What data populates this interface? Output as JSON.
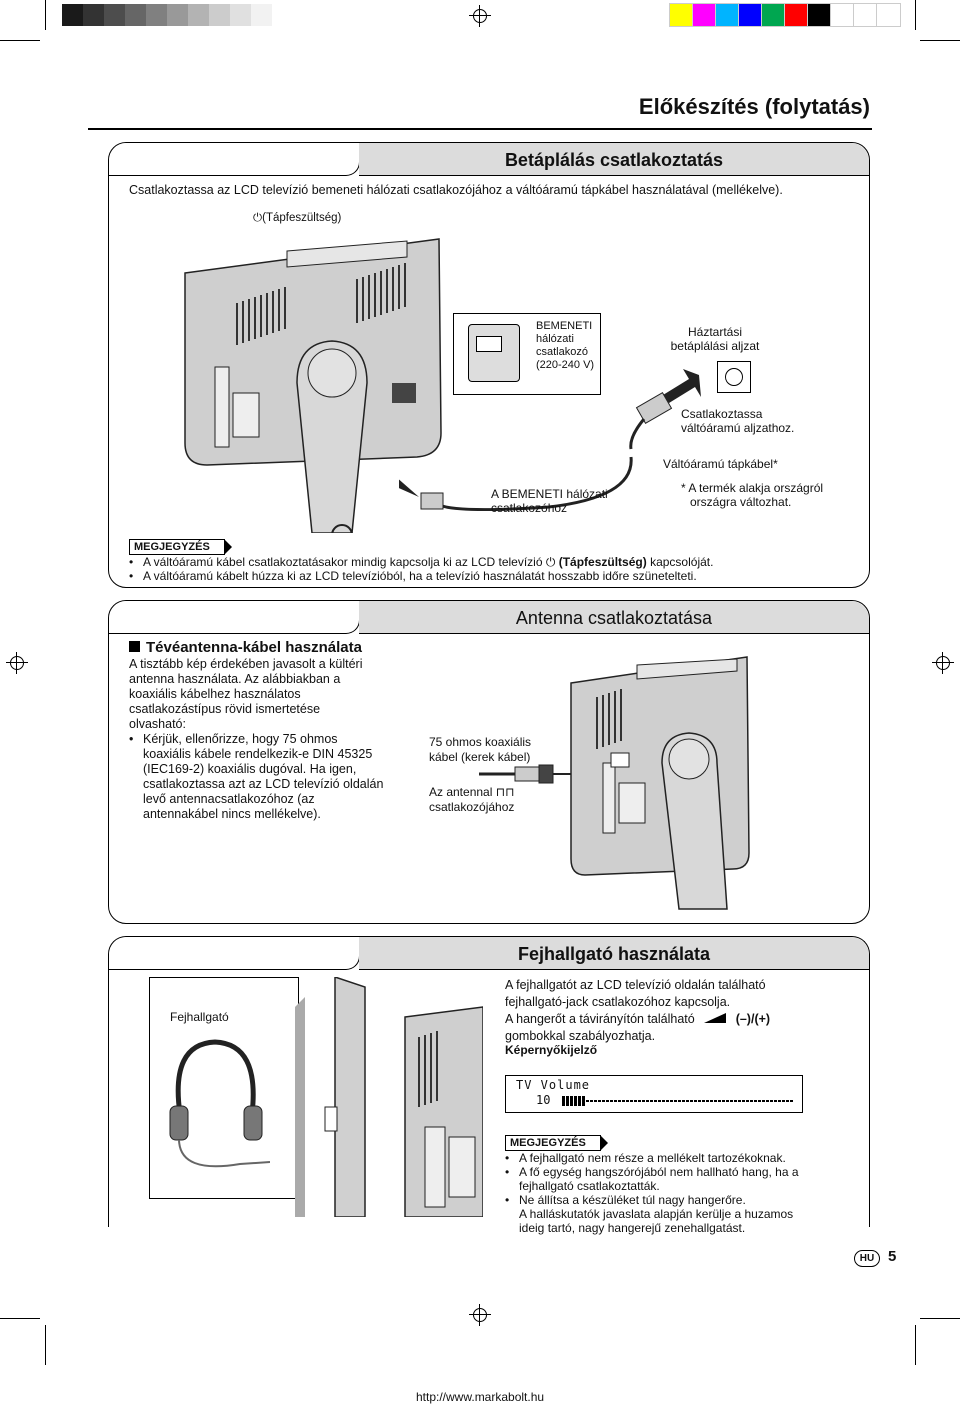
{
  "header": {
    "page_title": "Előkészítés (folytatás)",
    "gray_bars": [
      "#1a1a1a",
      "#333333",
      "#4d4d4d",
      "#666666",
      "#808080",
      "#999999",
      "#b3b3b3",
      "#cccccc",
      "#e0e0e0",
      "#f2f2f2"
    ],
    "color_bars": [
      "#ffff00",
      "#ff00ff",
      "#00b4ff",
      "#0000ff",
      "#00a650",
      "#ff0000",
      "#000000",
      "#ffffff",
      "#ffffff",
      "#ffffff"
    ]
  },
  "power": {
    "title": "Betáplálás csatlakoztatás",
    "intro": "Csatlakoztassa az LCD televízió bemeneti hálózati csatlakozójához a váltóáramú tápkábel használatával (mellékelve).",
    "power_label": "(Tápfeszültség)",
    "inlet_label": [
      "BEMENETI",
      "hálózati",
      "csatlakozó",
      "(220-240 V)"
    ],
    "socket_label": [
      "Háztartási",
      "betáplálási aljzat"
    ],
    "connect_ac": [
      "Csatlakoztassa",
      "váltóáramú aljzathoz."
    ],
    "cable_label": "Váltóáramú tápkábel*",
    "footnote": [
      "* A termék alakja országról",
      "országra változhat."
    ],
    "to_inlet": [
      "A BEMENETI hálózati",
      "csatlakozóhoz"
    ],
    "note_badge": "MEGJEGYZÉS",
    "notes": {
      "n1_pre": "A váltóáramú kábel csatlakoztatásakor mindig kapcsolja ki az LCD televízió",
      "n1_bold": "(Tápfeszültség)",
      "n1_post": "kapcsolóját.",
      "n2": "A váltóáramú kábelt húzza ki az LCD televízióból, ha a televízió használatát hosszabb időre szünetelteti."
    }
  },
  "antenna": {
    "title": "Antenna csatlakoztatása",
    "subtitle": "Tévéantenna-kábel használata",
    "para": [
      "A tisztább kép érdekében javasolt a kültéri",
      "antenna használata. Az alábbiakban a",
      "koaxiális kábelhez használatos",
      "csatlakozástípus rövid ismertetése",
      "olvasható:"
    ],
    "bullet": [
      "Kérjük, ellenőrizze, hogy 75 ohmos",
      "koaxiális kábele rendelkezik-e DIN 45325",
      "(IEC169-2) koaxiális dugóval. Ha igen,",
      "csatlakoztassa azt az LCD televízió oldalán",
      "levő antennacsatlakozóhoz (az",
      "antennakábel nincs mellékelve)."
    ],
    "coax_label": [
      "75 ohmos koaxiális",
      "kábel (kerek kábel)"
    ],
    "antenna_jack_label": [
      "Az antennal",
      "csatlakozójához"
    ]
  },
  "headphone": {
    "title": "Fejhallgató használata",
    "phones_label": "Fejhallgató",
    "desc": [
      "A fejhallgatót az LCD televízió oldalán található",
      "fejhallgató-jack csatlakozóhoz kapcsolja.",
      "A hangerőt a távirányítón található"
    ],
    "desc_end": "gombokkal szabályozhatja.",
    "vol_buttons": "(–)/(+)",
    "osd_title": "Képernyőkijelző",
    "osd_line1": "TV  Volume",
    "osd_value": "10",
    "osd_level": 0.1,
    "note_badge": "MEGJEGYZÉS",
    "notes": [
      [
        "A fejhallgató nem része a mellékelt tartozékoknak."
      ],
      [
        "A fő egység hangszórójából nem hallható hang, ha a",
        "fejhallgató csatlakoztatták."
      ],
      [
        "Ne állítsa a készüléket túl nagy hangerőre.",
        "A halláskutatók javaslata alapján kerülje a huzamos",
        "ideig tartó, nagy hangerejű zenehallgatást."
      ]
    ]
  },
  "footer": {
    "lang": "HU",
    "page_number": "5",
    "url": "http://www.markabolt.hu"
  }
}
